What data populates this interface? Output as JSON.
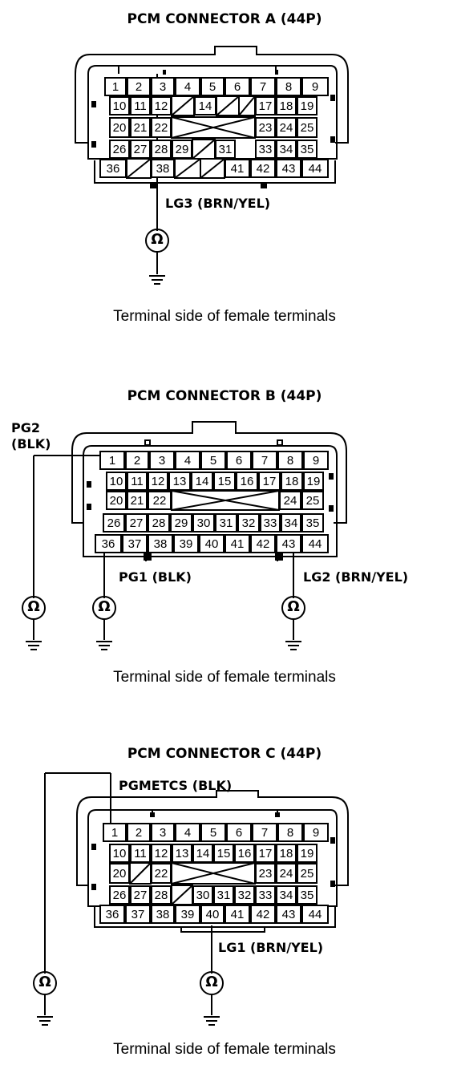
{
  "connectors": [
    {
      "id": "a",
      "title": "PCM CONNECTOR A (44P)",
      "caption": "Terminal side of female terminals",
      "terminals": [
        "1",
        "2",
        "3",
        "4",
        "5",
        "6",
        "7",
        "8",
        "9",
        "10",
        "11",
        "12",
        "14",
        "17",
        "18",
        "19",
        "20",
        "21",
        "22",
        "23",
        "24",
        "25",
        "26",
        "27",
        "28",
        "29",
        "31",
        "33",
        "34",
        "35",
        "36",
        "38",
        "41",
        "42",
        "43",
        "44"
      ],
      "wires": [
        {
          "label": "LG3 (BRN/YEL)",
          "terminal": "38",
          "meter_icon": "ohmmeter-icon",
          "ground_icon": "ground-icon"
        }
      ]
    },
    {
      "id": "b",
      "title": "PCM CONNECTOR B (44P)",
      "caption": "Terminal side of female terminals",
      "terminals": [
        "1",
        "2",
        "3",
        "4",
        "5",
        "6",
        "7",
        "8",
        "9",
        "10",
        "11",
        "12",
        "13",
        "14",
        "15",
        "16",
        "17",
        "18",
        "19",
        "20",
        "21",
        "22",
        "24",
        "25",
        "26",
        "27",
        "28",
        "29",
        "30",
        "31",
        "32",
        "33",
        "34",
        "35",
        "36",
        "37",
        "38",
        "39",
        "40",
        "41",
        "42",
        "43",
        "44"
      ],
      "wires": [
        {
          "label_line1": "PG2",
          "label_line2": "(BLK)",
          "terminal": "1",
          "meter_icon": "ohmmeter-icon",
          "ground_icon": "ground-icon"
        },
        {
          "label": "PG1 (BLK)",
          "terminal": "36",
          "meter_icon": "ohmmeter-icon",
          "ground_icon": "ground-icon"
        },
        {
          "label": "LG2 (BRN/YEL)",
          "terminal": "43",
          "meter_icon": "ohmmeter-icon",
          "ground_icon": "ground-icon"
        }
      ]
    },
    {
      "id": "c",
      "title": "PCM CONNECTOR C (44P)",
      "caption": "Terminal side of female terminals",
      "terminals": [
        "1",
        "2",
        "3",
        "4",
        "5",
        "6",
        "7",
        "8",
        "9",
        "10",
        "11",
        "12",
        "13",
        "14",
        "15",
        "16",
        "17",
        "18",
        "19",
        "20",
        "22",
        "23",
        "24",
        "25",
        "26",
        "27",
        "28",
        "30",
        "31",
        "32",
        "33",
        "34",
        "35",
        "36",
        "37",
        "38",
        "39",
        "40",
        "41",
        "42",
        "43",
        "44"
      ],
      "wires": [
        {
          "label": "PGMETCS (BLK)",
          "terminal": "1",
          "meter_icon": "ohmmeter-icon",
          "ground_icon": "ground-icon"
        },
        {
          "label": "LG1 (BRN/YEL)",
          "terminal": "40",
          "meter_icon": "ohmmeter-icon",
          "ground_icon": "ground-icon"
        }
      ]
    }
  ],
  "meter_symbol": "Ω"
}
